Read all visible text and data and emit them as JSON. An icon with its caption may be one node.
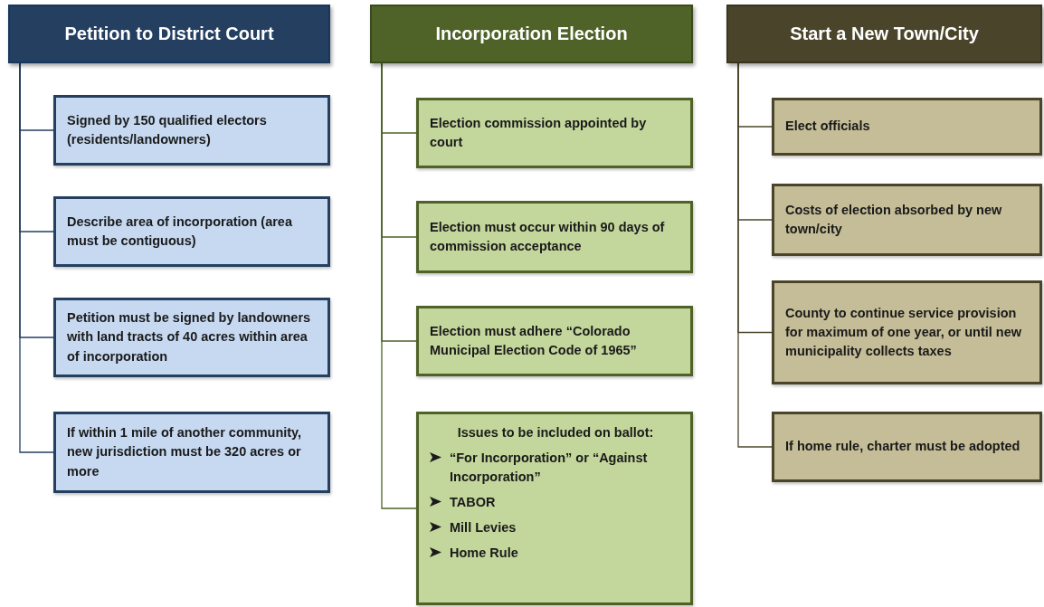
{
  "diagram": {
    "nodes": [
      {
        "text": [
          "Petition to District Court"
        ]
      },
      {
        "text": [
          "Signed by 150 qualified electors (residents/landowners)"
        ]
      },
      {
        "text": [
          "Describe area of incorporation (area must be contiguous)"
        ]
      },
      {
        "text": [
          "Petition must be signed by landowners with land tracts of 40 acres within area of incorporation"
        ]
      },
      {
        "text": [
          "If within 1 mile of another community, new jurisdiction must be 320 acres or more"
        ]
      },
      {
        "text": [
          "Incorporation Election"
        ]
      },
      {
        "text": [
          "Election commission appointed by court"
        ]
      },
      {
        "text": [
          "Election must occur within 90 days of commission acceptance"
        ]
      },
      {
        "text": [
          "Election must adhere “Colorado Municipal Election Code of 1965”"
        ]
      },
      {
        "text": [
          "Issues to be included on ballot:",
          "“For Incorporation” or “Against Incorporation”",
          "TABOR",
          "Mill Levies",
          "Home Rule"
        ]
      },
      {
        "text": [
          "Start a New Town/City"
        ]
      },
      {
        "text": [
          "Elect officials"
        ]
      },
      {
        "text": [
          "Costs of election absorbed by new town/city"
        ]
      },
      {
        "text": [
          "County to continue service provision for maximum of one year, or until new municipality collects taxes"
        ]
      },
      {
        "text": [
          "If home rule, charter must be adopted"
        ]
      }
    ],
    "edges": [
      {
        "from": 0,
        "to": 1,
        "arrow": "none",
        "color": "#243f60"
      },
      {
        "from": 0,
        "to": 2,
        "arrow": "none",
        "color": "#243f60"
      },
      {
        "from": 0,
        "to": 3,
        "arrow": "none",
        "color": "#243f60"
      },
      {
        "from": 0,
        "to": 4,
        "arrow": "none",
        "color": "#243f60"
      },
      {
        "from": 5,
        "to": 6,
        "arrow": "none",
        "color": "#4f6228"
      },
      {
        "from": 5,
        "to": 7,
        "arrow": "none",
        "color": "#4f6228"
      },
      {
        "from": 5,
        "to": 8,
        "arrow": "none",
        "color": "#4f6228"
      },
      {
        "from": 5,
        "to": 9,
        "arrow": "none",
        "color": "#4f6228"
      },
      {
        "from": 10,
        "to": 11,
        "arrow": "none",
        "color": "#4a452a"
      },
      {
        "from": 10,
        "to": 12,
        "arrow": "none",
        "color": "#4a452a"
      },
      {
        "from": 10,
        "to": 13,
        "arrow": "none",
        "color": "#4a452a"
      },
      {
        "from": 10,
        "to": 14,
        "arrow": "none",
        "color": "#4a452a"
      }
    ]
  }
}
